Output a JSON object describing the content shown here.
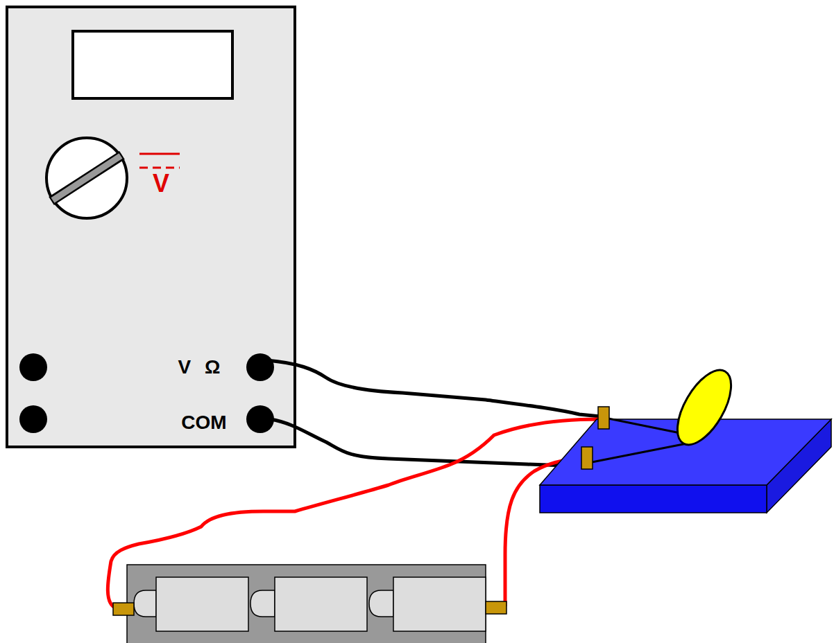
{
  "diagram": {
    "nodes": [
      {
        "text": [
          "V",
          "V Ω",
          "COM"
        ]
      }
    ]
  }
}
